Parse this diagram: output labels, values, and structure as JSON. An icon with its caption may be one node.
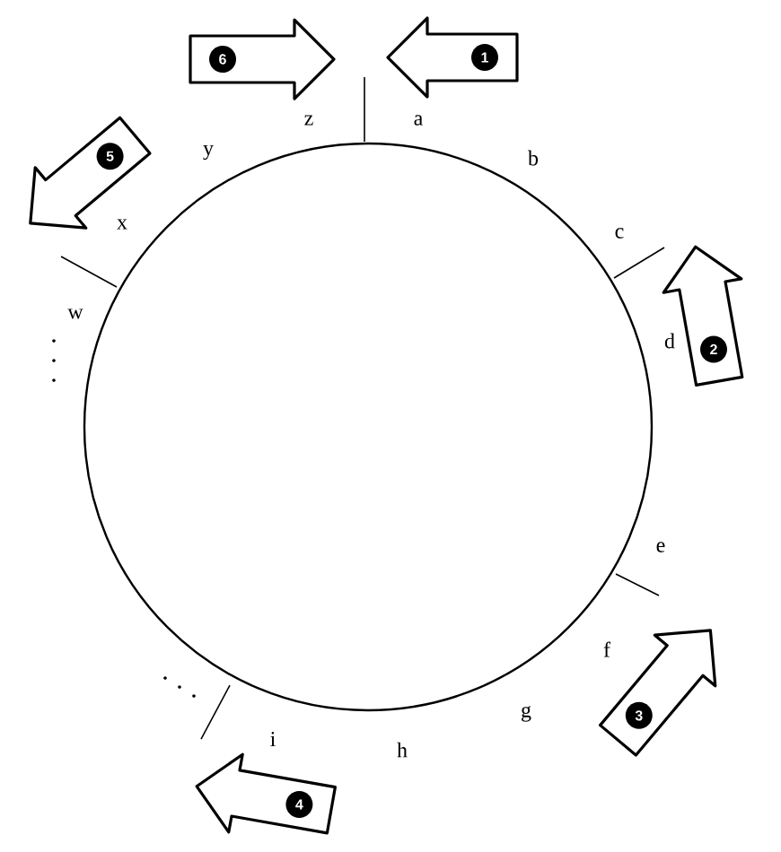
{
  "diagram": {
    "nodes": [
      {
        "text": [
          "6"
        ]
      },
      {
        "text": [
          "1"
        ]
      },
      {
        "text": [
          "5"
        ]
      },
      {
        "text": [
          "2"
        ]
      },
      {
        "text": [
          "3"
        ]
      },
      {
        "text": [
          "4"
        ]
      }
    ],
    "labels": [
      "z",
      "a",
      "y",
      "b",
      "x",
      "c",
      "w",
      "d",
      "e",
      "f",
      "g",
      "i",
      "h"
    ]
  }
}
